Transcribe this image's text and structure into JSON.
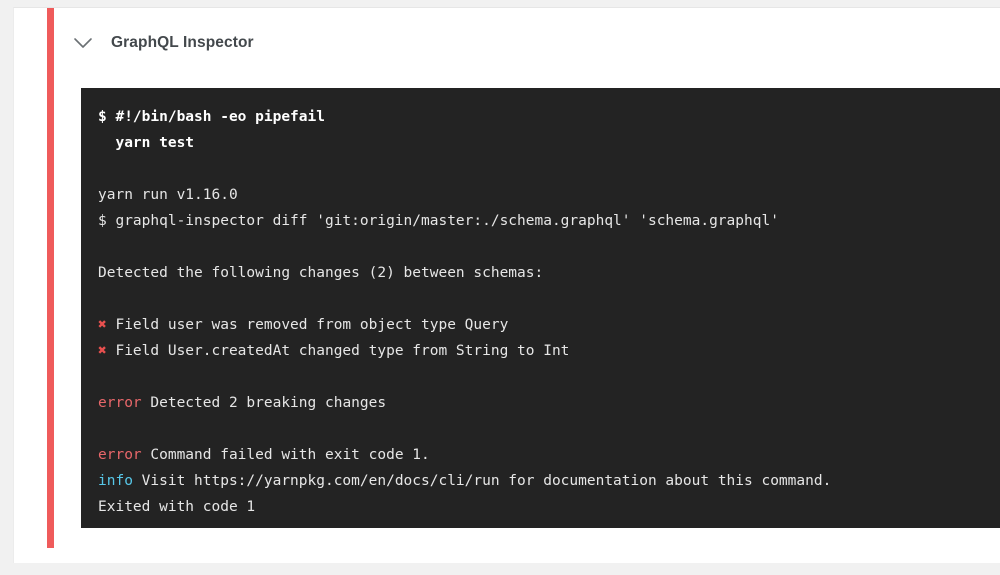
{
  "colors": {
    "page_background": "#f1f1f1",
    "card_background": "#ffffff",
    "status_rail_failed": "#ef5b5b",
    "console_background": "#232323",
    "console_text": "#e6e6e6",
    "token_error": "#e8676a",
    "token_info": "#57c7e8",
    "token_cross": "#e8504f",
    "title_text": "#43484c"
  },
  "step": {
    "title": "GraphQL Inspector",
    "collapse_icon": "chevron-down-icon",
    "status": "failed"
  },
  "console": {
    "lines": [
      {
        "type": "command",
        "bold": true,
        "segments": [
          {
            "style": "bold",
            "text": "$ #!/bin/bash -eo pipefail"
          }
        ]
      },
      {
        "type": "command",
        "bold": true,
        "segments": [
          {
            "style": "bold",
            "text": "  yarn test"
          }
        ]
      },
      {
        "type": "blank",
        "segments": []
      },
      {
        "type": "output",
        "segments": [
          {
            "style": "plain",
            "text": "yarn run v1.16.0"
          }
        ]
      },
      {
        "type": "output",
        "segments": [
          {
            "style": "plain",
            "text": "$ graphql-inspector diff 'git:origin/master:./schema.graphql' 'schema.graphql'"
          }
        ]
      },
      {
        "type": "blank",
        "segments": []
      },
      {
        "type": "output",
        "segments": [
          {
            "style": "plain",
            "text": "Detected the following changes (2) between schemas:"
          }
        ]
      },
      {
        "type": "blank",
        "segments": []
      },
      {
        "type": "output",
        "segments": [
          {
            "style": "cross",
            "text": "✖"
          },
          {
            "style": "plain",
            "text": " Field user was removed from object type Query"
          }
        ]
      },
      {
        "type": "output",
        "segments": [
          {
            "style": "cross",
            "text": "✖"
          },
          {
            "style": "plain",
            "text": " Field User.createdAt changed type from String to Int"
          }
        ]
      },
      {
        "type": "blank",
        "segments": []
      },
      {
        "type": "output",
        "segments": [
          {
            "style": "error",
            "text": "error"
          },
          {
            "style": "plain",
            "text": " Detected 2 breaking changes"
          }
        ]
      },
      {
        "type": "blank",
        "segments": []
      },
      {
        "type": "output",
        "segments": [
          {
            "style": "error",
            "text": "error"
          },
          {
            "style": "plain",
            "text": " Command failed with exit code 1."
          }
        ]
      },
      {
        "type": "output",
        "segments": [
          {
            "style": "info",
            "text": "info"
          },
          {
            "style": "plain",
            "text": " Visit https://yarnpkg.com/en/docs/cli/run for documentation about this command."
          }
        ]
      },
      {
        "type": "output",
        "segments": [
          {
            "style": "plain",
            "text": "Exited with code 1"
          }
        ]
      }
    ]
  }
}
